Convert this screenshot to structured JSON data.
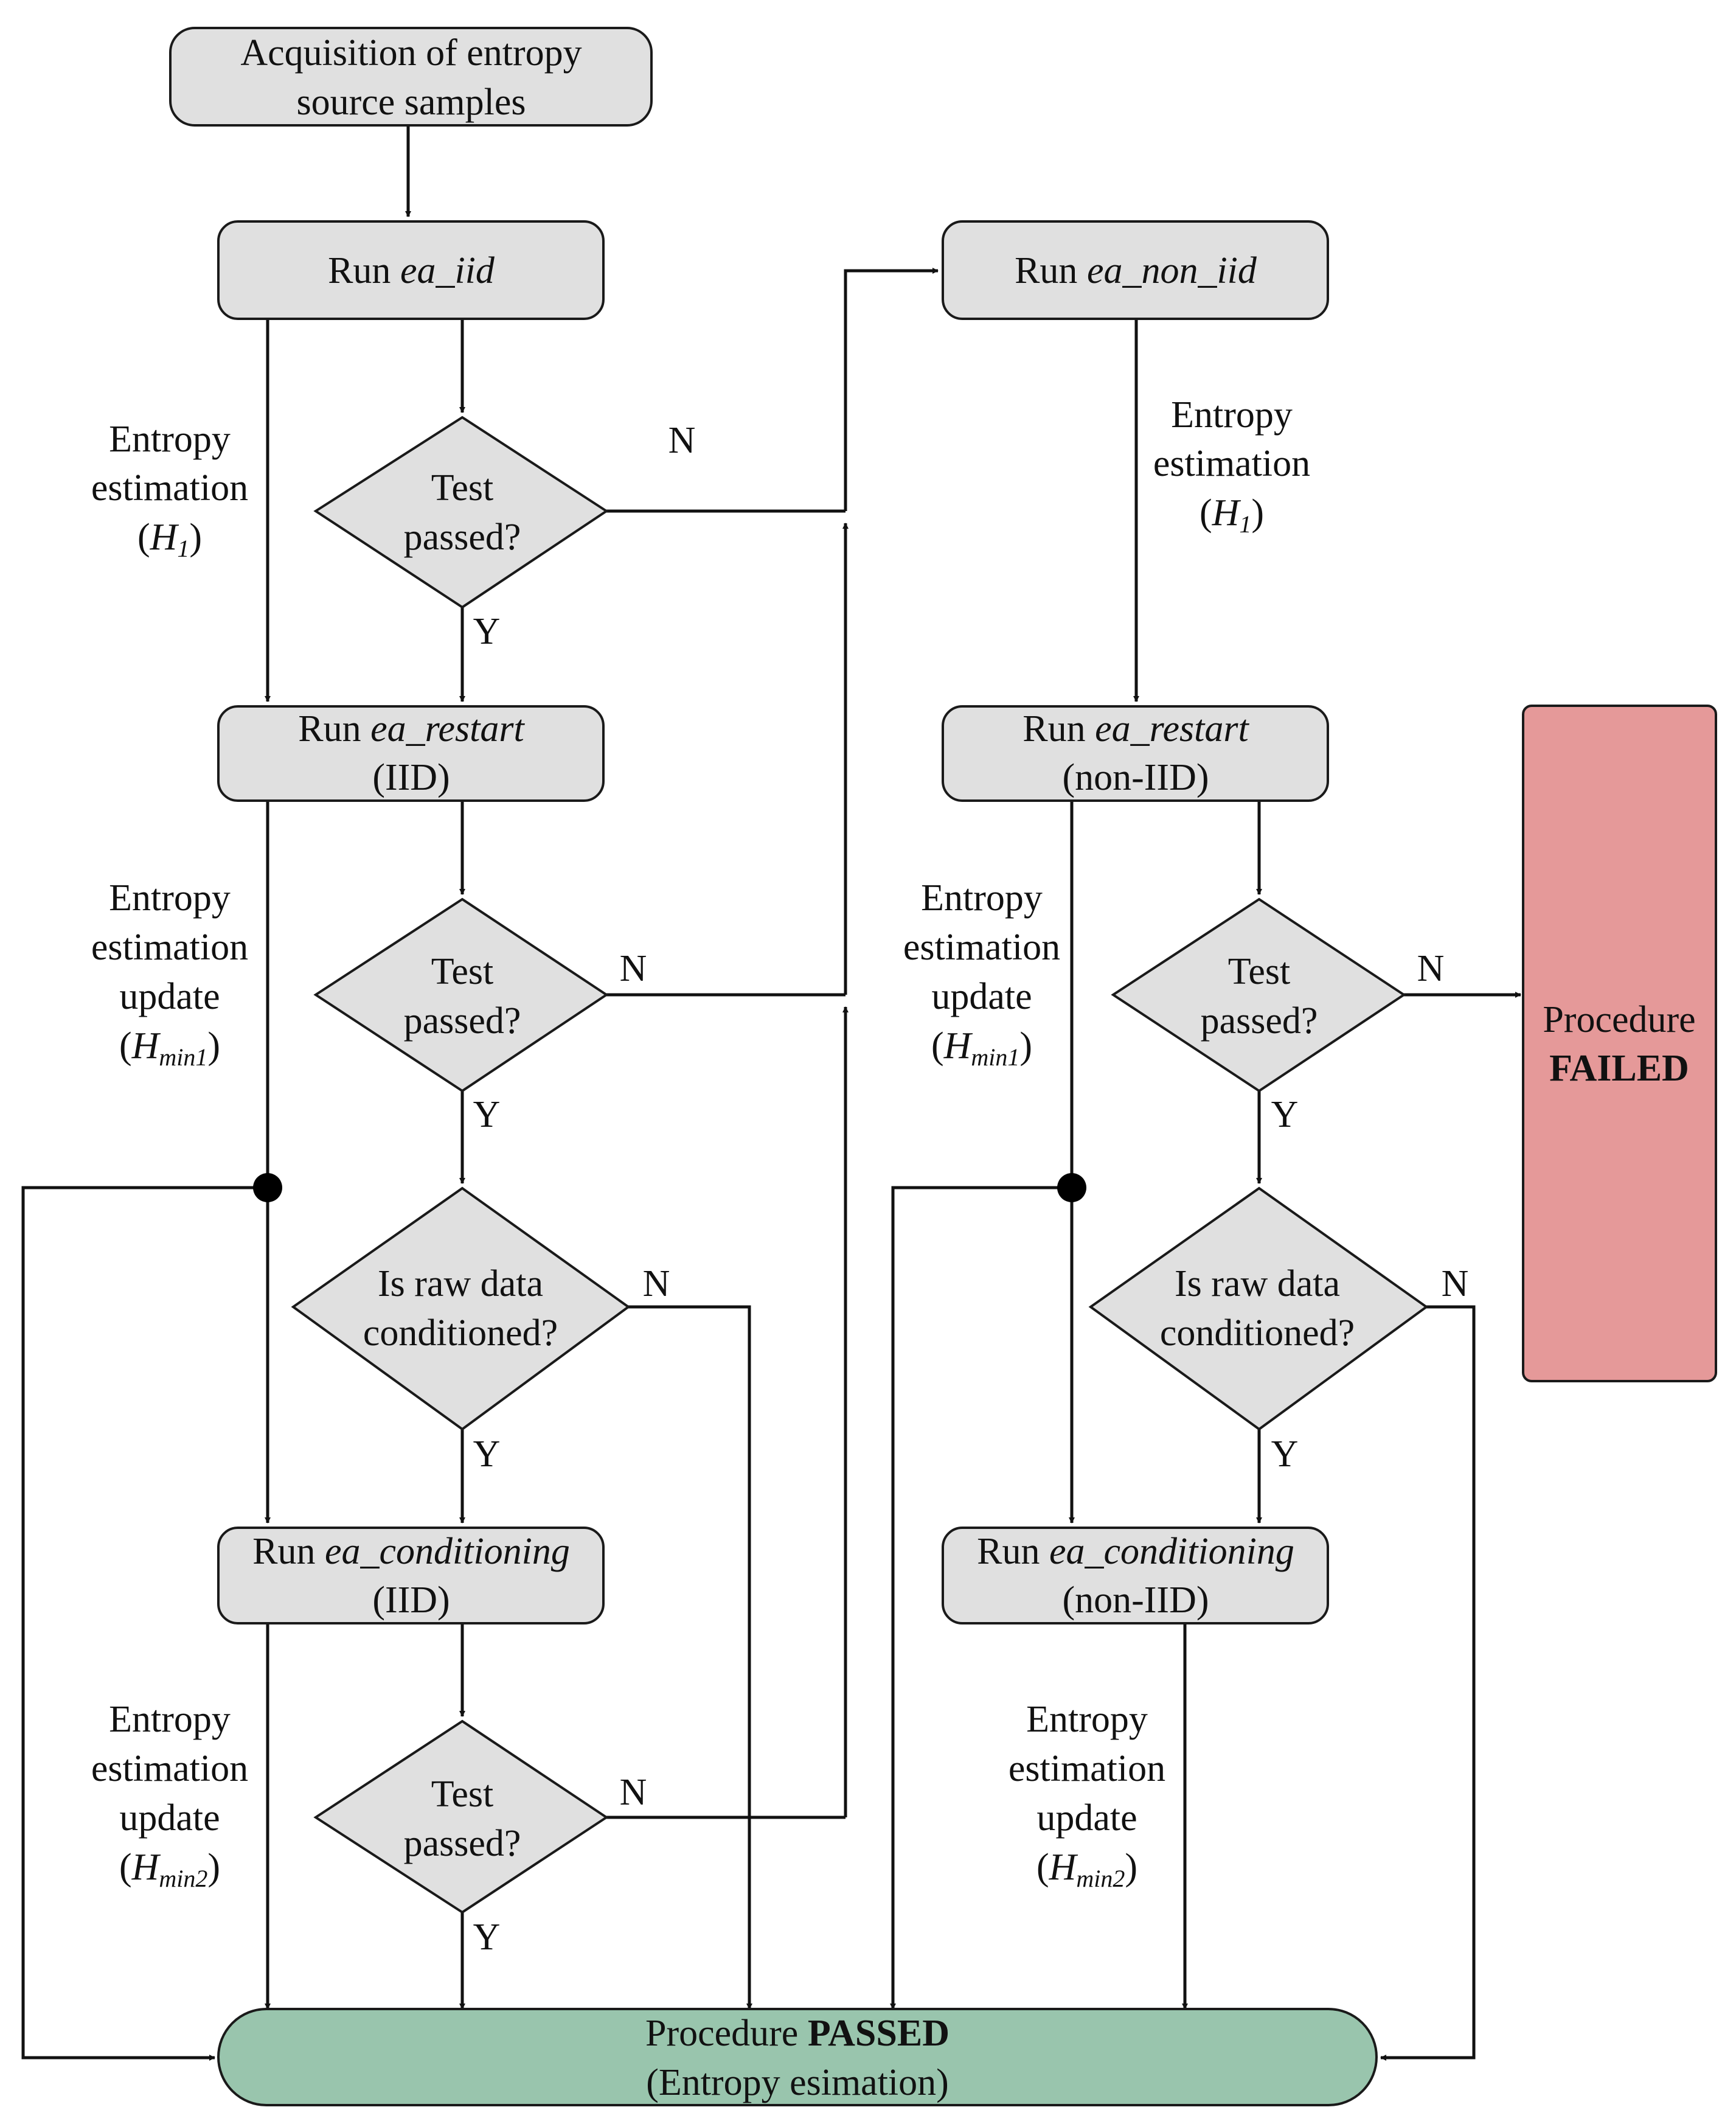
{
  "nodes": {
    "acquisition": {
      "line1": "Acquisition of entropy",
      "line2": "source samples"
    },
    "run_ea_iid": {
      "prefix": "Run ",
      "name": "ea_iid"
    },
    "run_ea_non_iid": {
      "prefix": "Run ",
      "name": "ea_non_iid"
    },
    "test1": {
      "line1": "Test",
      "line2": "passed?"
    },
    "run_restart_iid": {
      "prefix": "Run ",
      "name": "ea_restart",
      "line2": "(IID)"
    },
    "run_restart_noniid": {
      "prefix": "Run ",
      "name": "ea_restart",
      "line2": "(non-IID)"
    },
    "test2": {
      "line1": "Test",
      "line2": "passed?"
    },
    "test3": {
      "line1": "Test",
      "line2": "passed?"
    },
    "cond_q_iid": {
      "line1": "Is raw data",
      "line2": "conditioned?"
    },
    "cond_q_noniid": {
      "line1": "Is raw data",
      "line2": "conditioned?"
    },
    "run_cond_iid": {
      "prefix": "Run ",
      "name": "ea_conditioning",
      "line2": "(IID)"
    },
    "run_cond_noniid": {
      "prefix": "Run ",
      "name": "ea_conditioning",
      "line2": "(non-IID)"
    },
    "test4": {
      "line1": "Test",
      "line2": "passed?"
    },
    "failed": {
      "line1": "Procedure",
      "line2": "FAILED"
    },
    "passed": {
      "prefix": "Procedure ",
      "bold": "PASSED",
      "line2": "(Entropy esimation)"
    }
  },
  "labels": {
    "yes": "Y",
    "no": "N",
    "h1_iid": {
      "line1": "Entropy",
      "line2": "estimation",
      "open": "(",
      "sym": "H",
      "sub": "1",
      "close": ")"
    },
    "h1_noniid": {
      "line1": "Entropy",
      "line2": "estimation",
      "open": "(",
      "sym": "H",
      "sub": "1",
      "close": ")"
    },
    "hmin1_iid": {
      "line1": "Entropy",
      "line2": "estimation",
      "line3": "update",
      "open": "(",
      "sym": "H",
      "sub": "min1",
      "close": ")"
    },
    "hmin1_noniid": {
      "line1": "Entropy",
      "line2": "estimation",
      "line3": "update",
      "open": "(",
      "sym": "H",
      "sub": "min1",
      "close": ")"
    },
    "hmin2_iid": {
      "line1": "Entropy",
      "line2": "estimation",
      "line3": "update",
      "open": "(",
      "sym": "H",
      "sub": "min2",
      "close": ")"
    },
    "hmin2_noniid": {
      "line1": "Entropy",
      "line2": "estimation",
      "line3": "update",
      "open": "(",
      "sym": "H",
      "sub": "min2",
      "close": ")"
    }
  },
  "colors": {
    "process_fill": "#e0e0e0",
    "passed_fill": "#99c5ad",
    "failed_fill": "#e59999",
    "stroke": "#111111"
  }
}
